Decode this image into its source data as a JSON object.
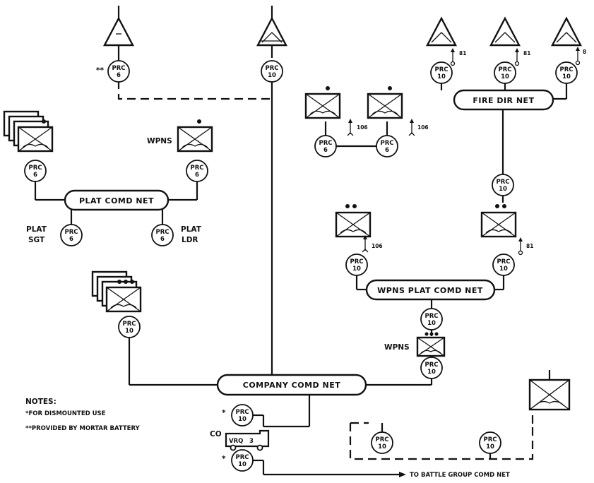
{
  "nets": {
    "fire_dir": "FIRE DIR NET",
    "plat_comd": "PLAT COMD NET",
    "wpns_plat_comd": "WPNS PLAT COMD NET",
    "company_comd": "COMPANY COMD NET"
  },
  "radios": {
    "prc": "PRC",
    "n6": "6",
    "n10": "10",
    "vrq_prefix": "VRQ",
    "vrq_num": "3"
  },
  "labels": {
    "mortar_mark": "**",
    "wpns": "WPNS",
    "plat": "PLAT",
    "sgt": "SGT",
    "ldr": "LDR",
    "co": "CO",
    "star": "*",
    "to_battle_group": "TO BATTLE GROUP COMD NET"
  },
  "weapons": {
    "w81": "81",
    "w8": "8",
    "w106": "106"
  },
  "notes": {
    "title": "NOTES:",
    "line1": "*FOR DISMOUNTED USE",
    "line2": "**PROVIDED BY MORTAR BATTERY"
  }
}
